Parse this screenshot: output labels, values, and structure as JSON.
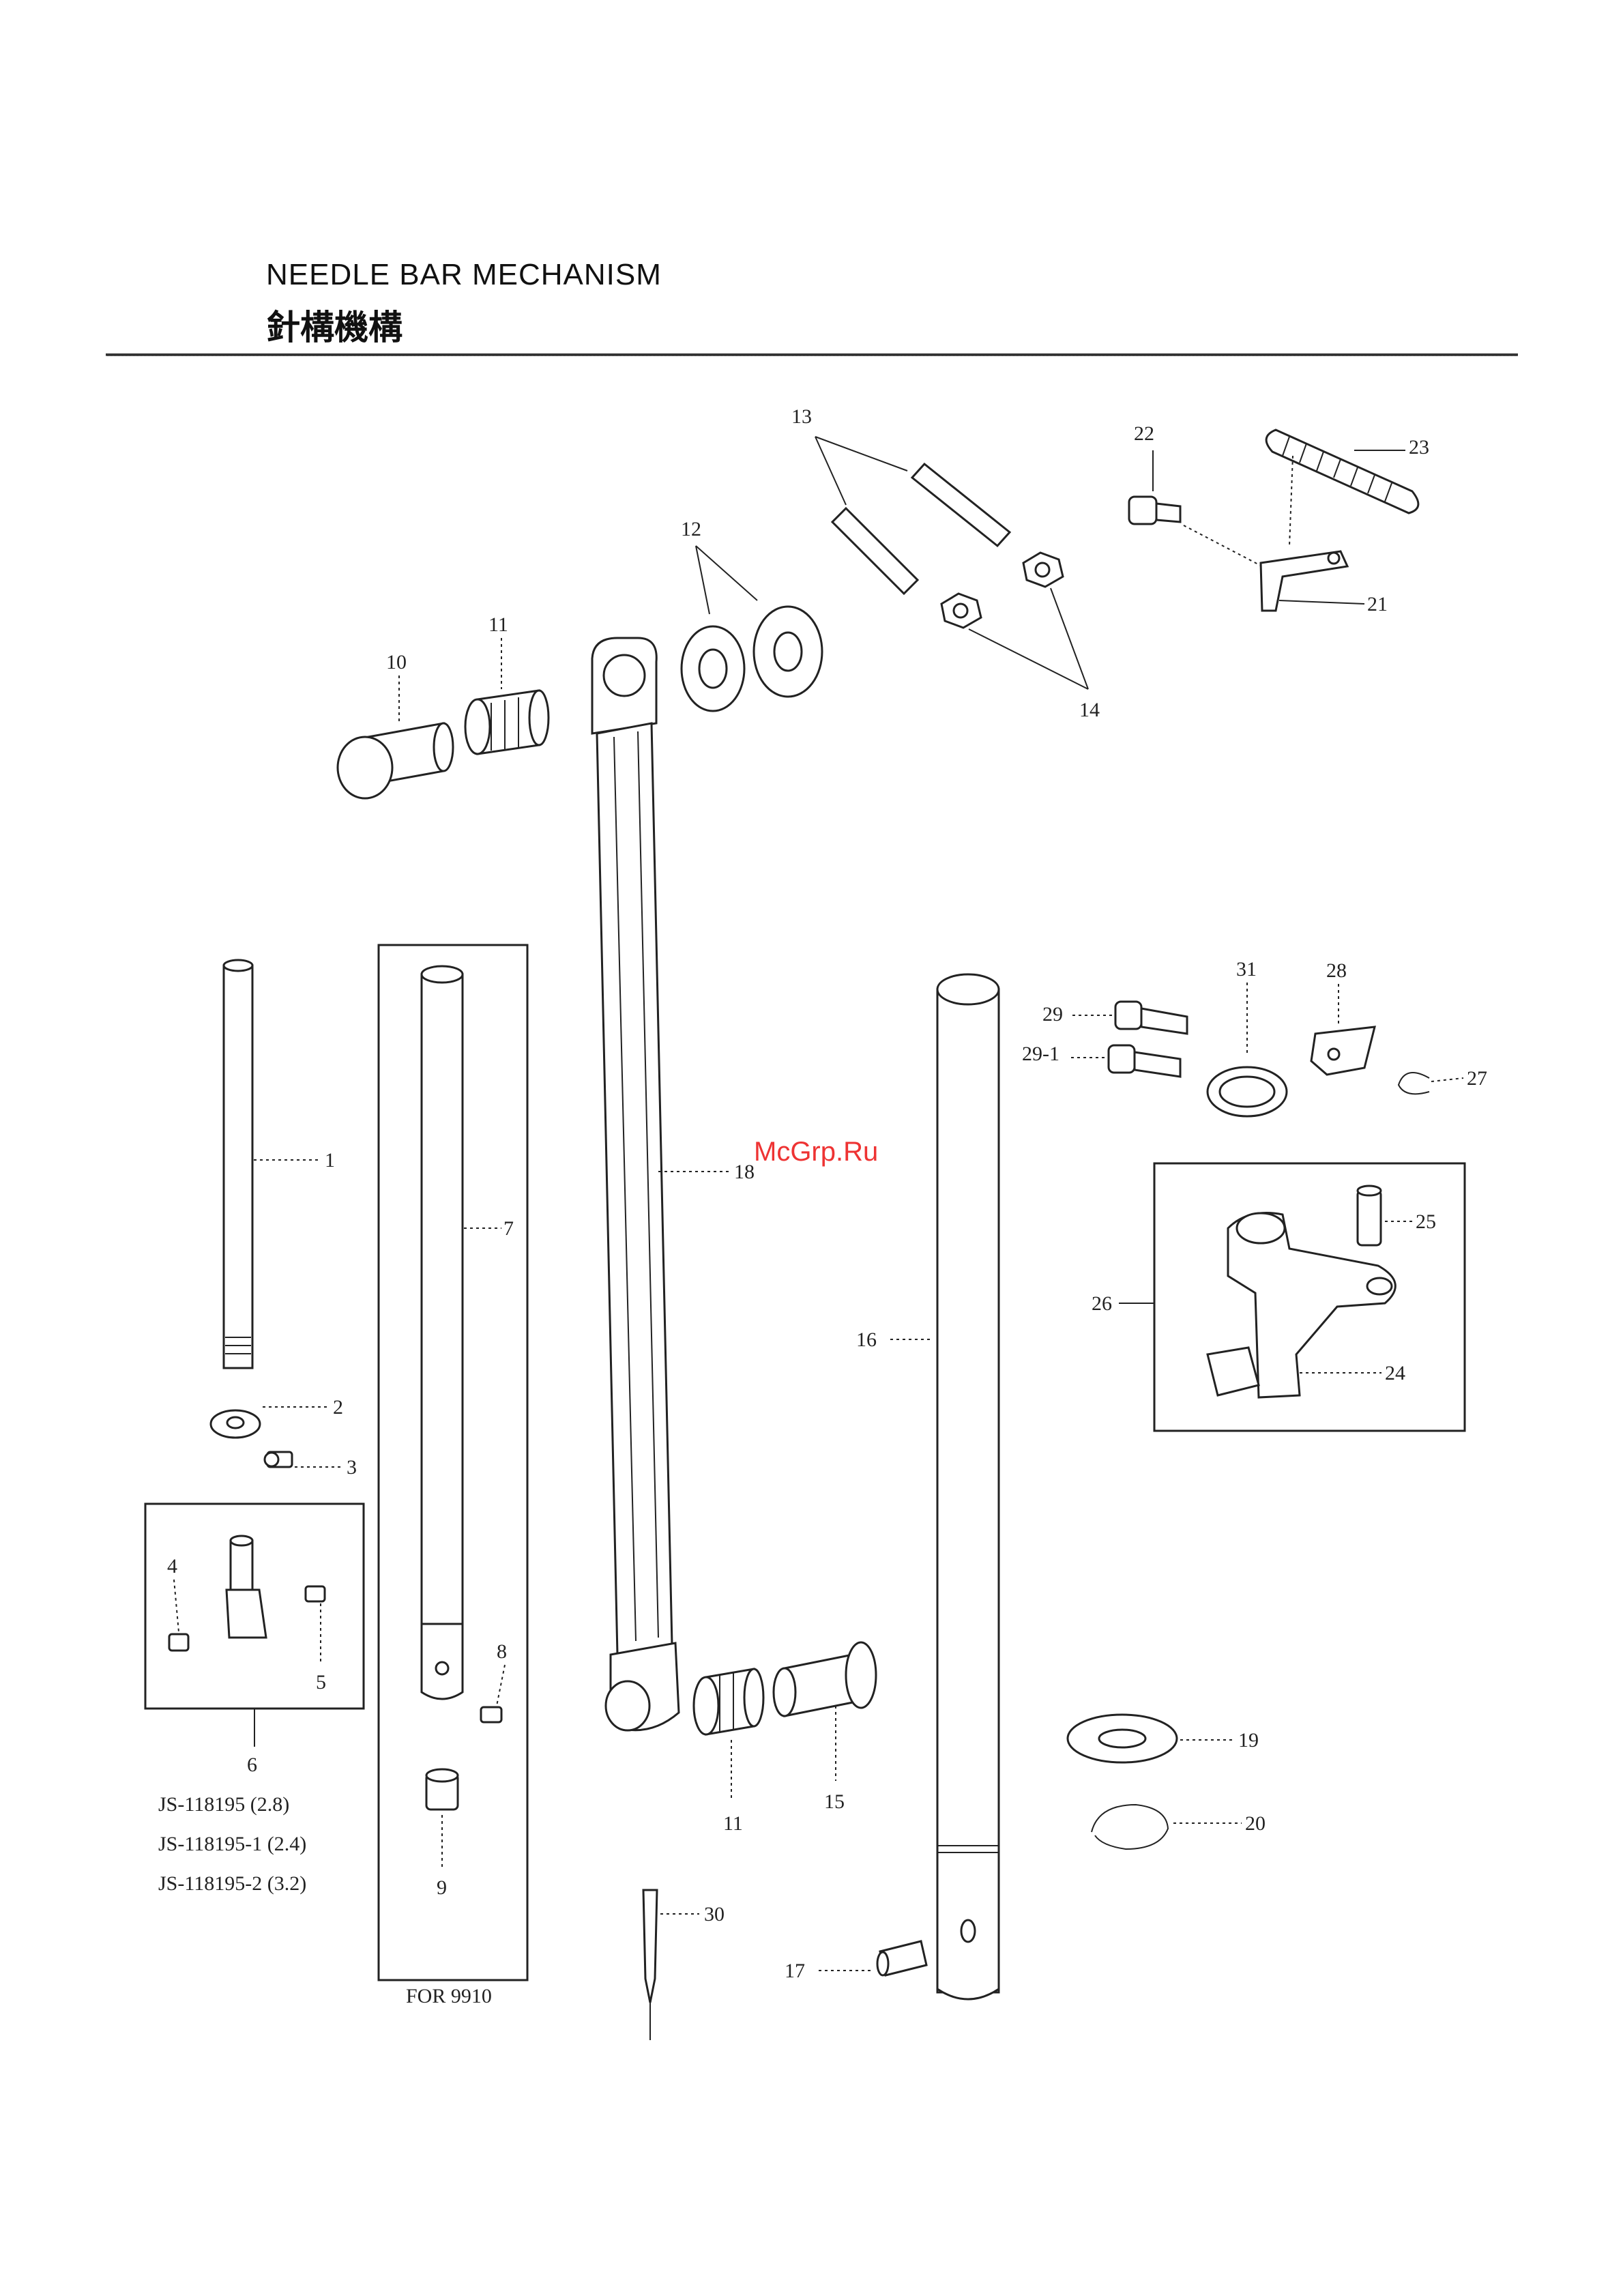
{
  "header": {
    "title_en": "NEEDLE BAR MECHANISM",
    "title_zh": "針構機構"
  },
  "watermark": "McGrp.Ru",
  "labels": {
    "p1": "1",
    "p2": "2",
    "p3": "3",
    "p4": "4",
    "p5": "5",
    "p6": "6",
    "p7": "7",
    "p8": "8",
    "p9": "9",
    "p10": "10",
    "p11a": "11",
    "p11b": "11",
    "p12": "12",
    "p13": "13",
    "p14": "14",
    "p15": "15",
    "p16": "16",
    "p17": "17",
    "p18": "18",
    "p19": "19",
    "p20": "20",
    "p21": "21",
    "p22": "22",
    "p23": "23",
    "p24": "24",
    "p25": "25",
    "p26": "26",
    "p27": "27",
    "p28": "28",
    "p29": "29",
    "p29_1": "29-1",
    "p30": "30",
    "p31": "31"
  },
  "notes": {
    "js1": "JS-118195 (2.8)",
    "js2": "JS-118195-1 (2.4)",
    "js3": "JS-118195-2 (3.2)",
    "for_model": "FOR 9910"
  }
}
